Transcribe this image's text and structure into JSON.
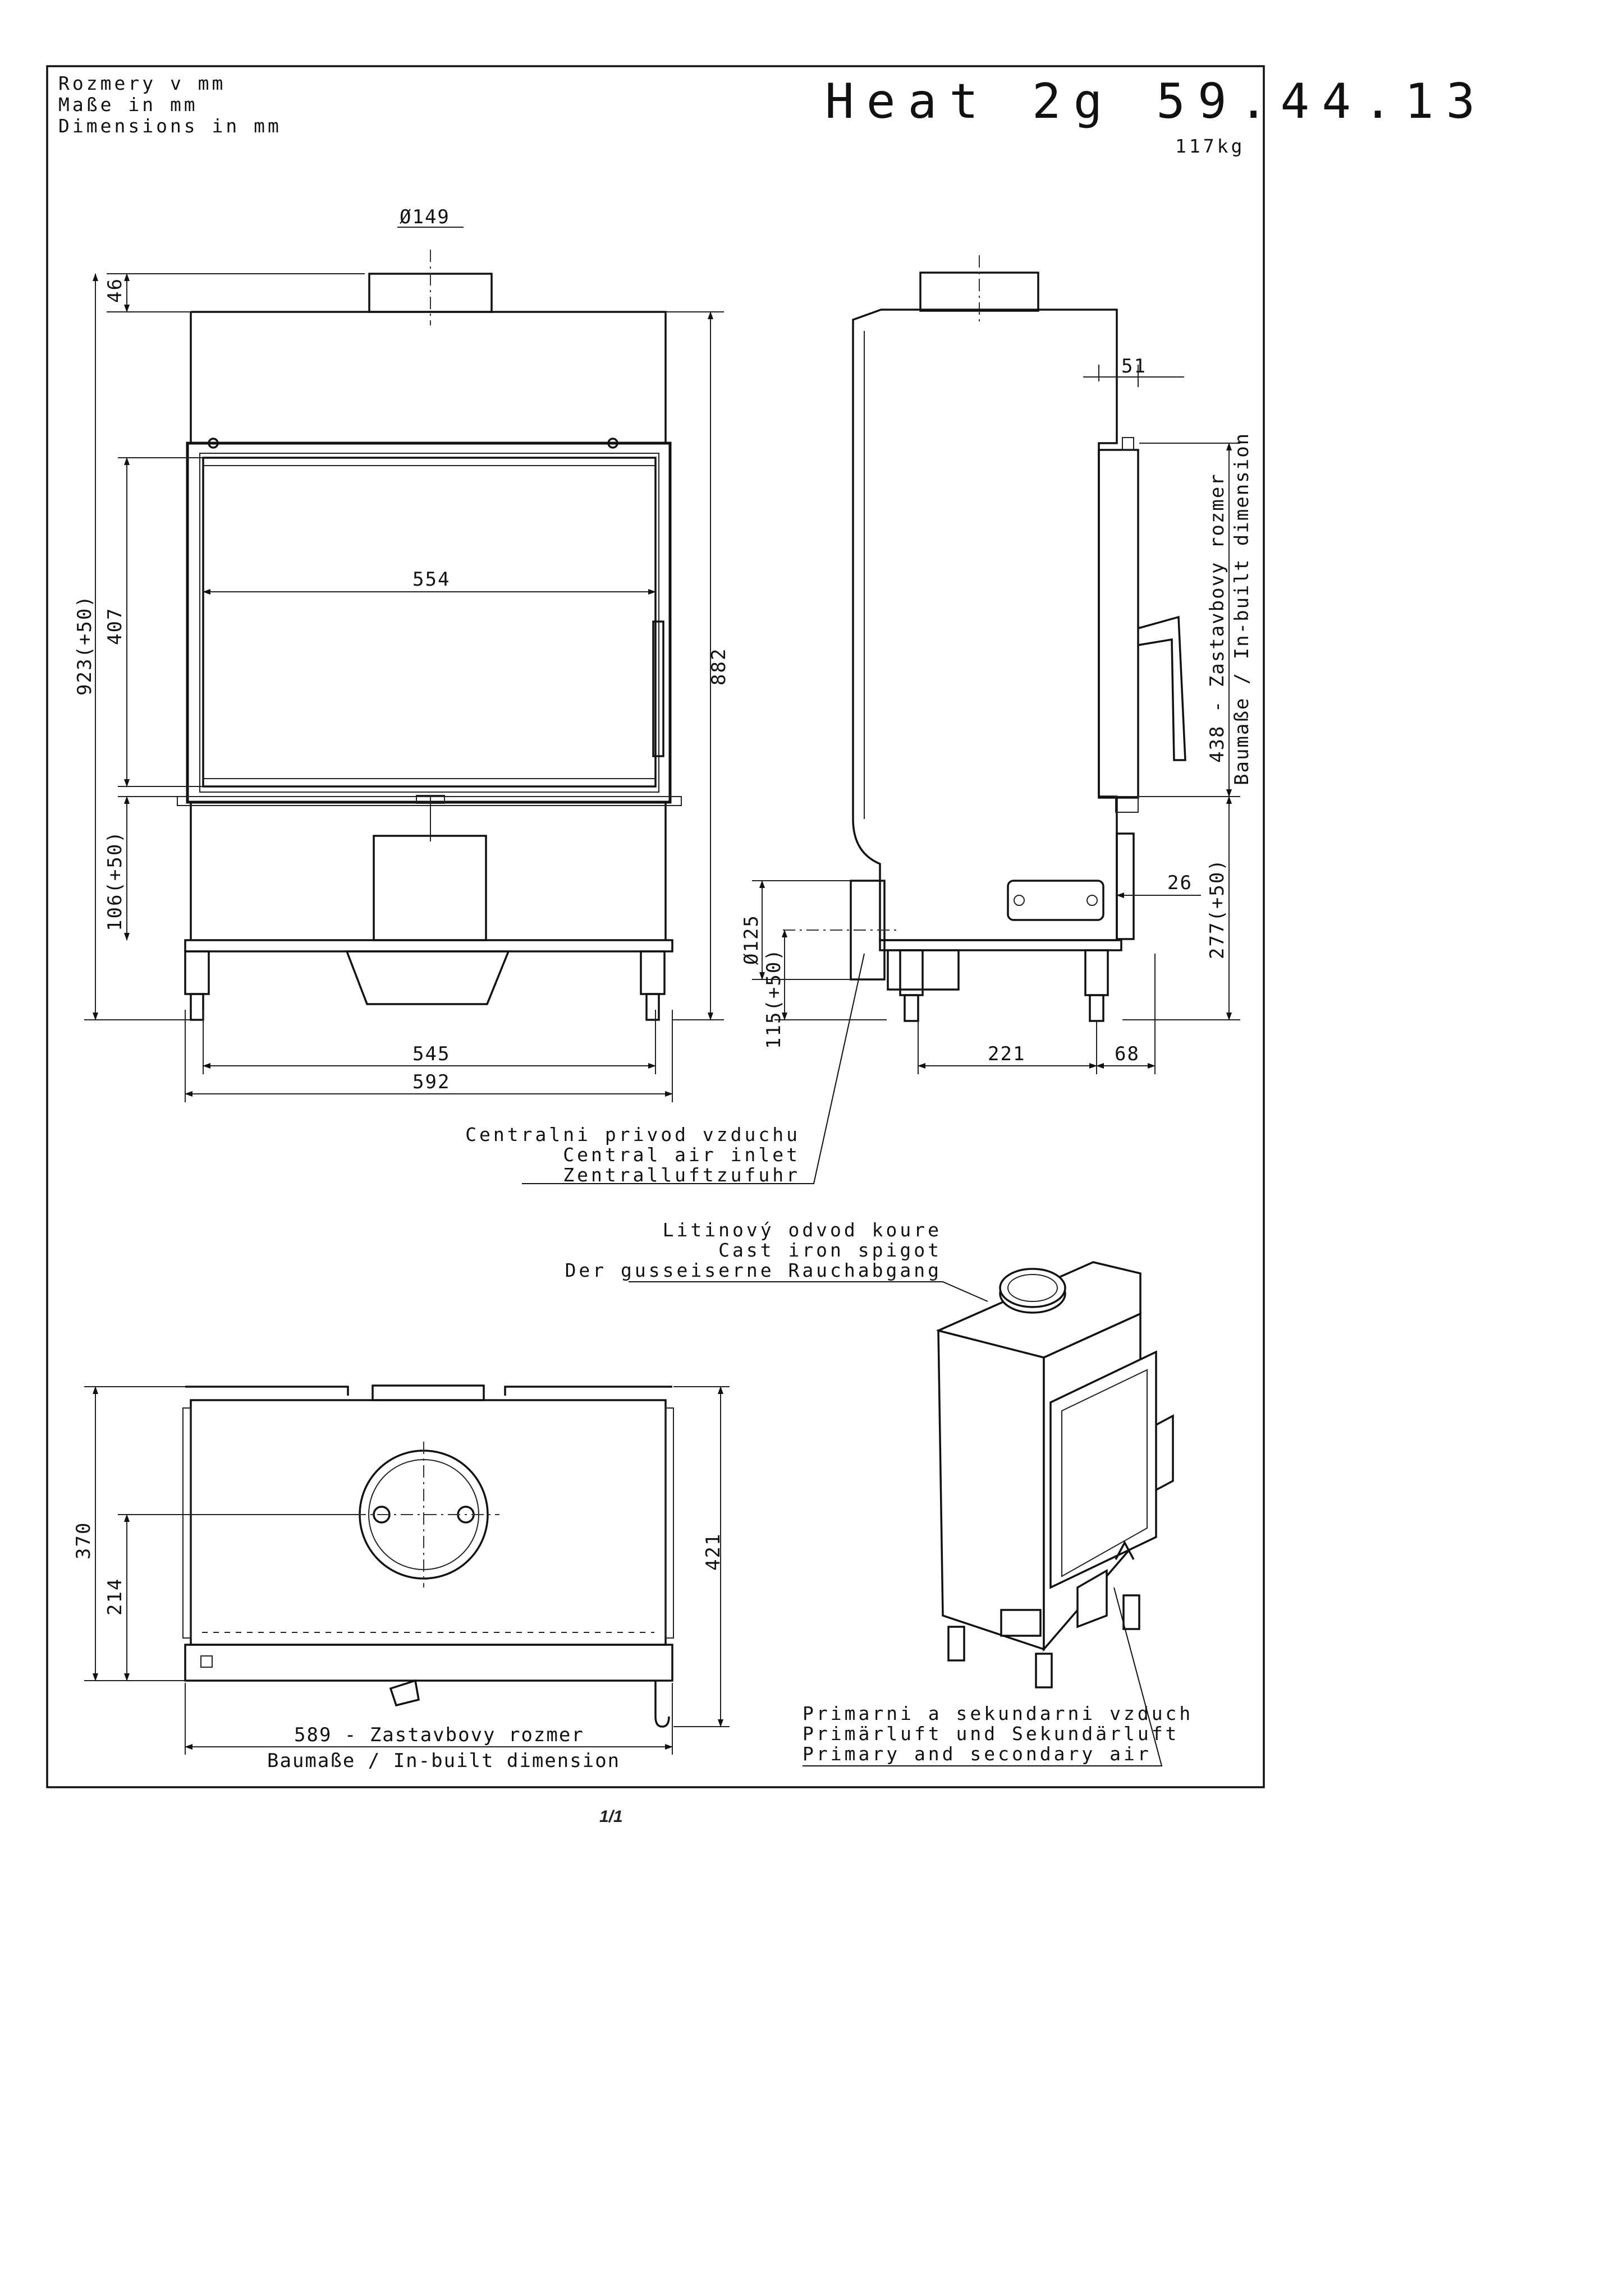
{
  "header": {
    "units_cz": "Rozmery v mm",
    "units_de": "Maße in mm",
    "units_en": "Dimensions in mm",
    "title": "Heat 2g 59.44.13",
    "weight": "117kg"
  },
  "front_view": {
    "flue_diameter": "Ø149",
    "flue_height": "46",
    "total_height": "923(+50)",
    "glass_height": "407",
    "glass_width": "554",
    "body_height": "882",
    "base_height": "106(+50)",
    "inner_width": "545",
    "outer_width": "592"
  },
  "side_view": {
    "top_offset": "51",
    "door_height_label": "438 - Zastavbovy rozmer",
    "door_height_label_2": "Baumaße / In-built dimension",
    "handle_offset": "26",
    "lower_height": "277(+50)",
    "air_inlet_diameter": "Ø125",
    "air_inlet_height": "115(+50)",
    "depth": "221",
    "front_depth": "68"
  },
  "air_inlet_note": {
    "cz": "Centralni privod vzduchu",
    "en": "Central air inlet",
    "de": "Zentralluftzufuhr"
  },
  "spigot_note": {
    "cz": "Litinový odvod koure",
    "en": "Cast iron spigot",
    "de": "Der gusseiserne Rauchabgang"
  },
  "top_view": {
    "depth_1": "370",
    "depth_2": "214",
    "depth_total": "421",
    "width_label": "589 - Zastavbovy rozmer",
    "width_label_2": "Baumaße / In-built dimension"
  },
  "air_note": {
    "cz": "Primarni a sekundarni vzduch",
    "de": "Primärluft und Sekundärluft",
    "en": "Primary and secondary air"
  },
  "footer": {
    "page": "1/1"
  }
}
